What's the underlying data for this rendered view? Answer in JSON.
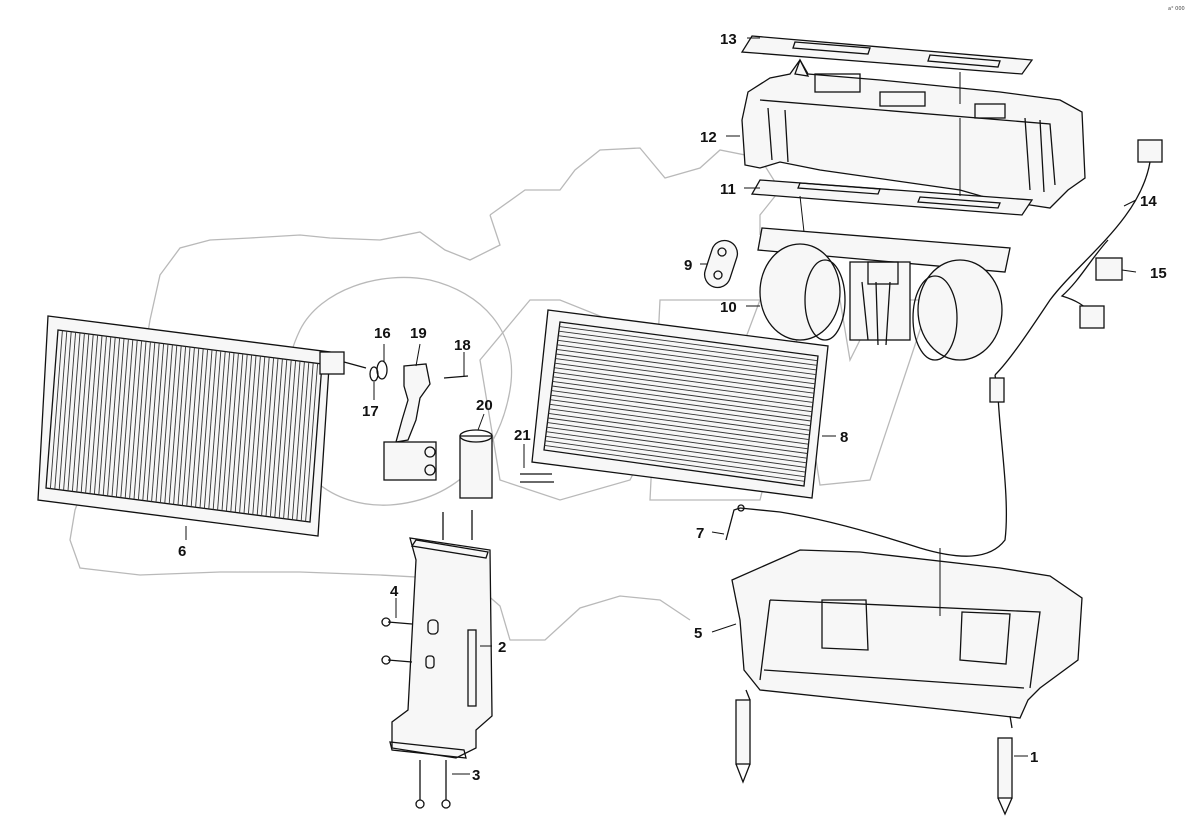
{
  "diagram": {
    "reference_code": "a° 000",
    "callouts": {
      "c1": "1",
      "c2": "2",
      "c3": "3",
      "c4": "4",
      "c5": "5",
      "c6": "6",
      "c7": "7",
      "c8": "8",
      "c9": "9",
      "c10": "10",
      "c11": "11",
      "c12": "12",
      "c13": "13",
      "c14": "14",
      "c15": "15",
      "c16": "16",
      "c17": "17",
      "c18": "18",
      "c19": "19",
      "c20": "20",
      "c21": "21"
    }
  }
}
